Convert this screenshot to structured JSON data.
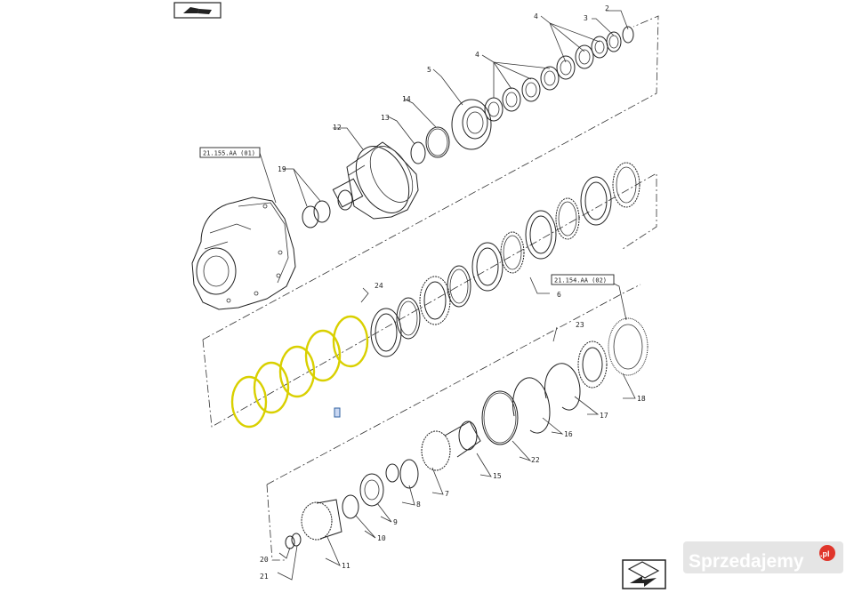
{
  "diagram": {
    "part_numbers": {
      "p2": "2",
      "p3": "3",
      "p4a": "4",
      "p4b": "4",
      "p5": "5",
      "p6": "6",
      "p7": "7",
      "p8": "8",
      "p9": "9",
      "p10": "10",
      "p11": "11",
      "p12": "12",
      "p13": "13",
      "p14": "14",
      "p15": "15",
      "p16": "16",
      "p17": "17",
      "p18": "18",
      "p19": "19",
      "p20": "20",
      "p21": "21",
      "p22": "22",
      "p23": "23",
      "p24": "24"
    },
    "references": {
      "ref_housing": "21.155.AA (01)",
      "ref_clutch": "21.154.AA (02)"
    },
    "highlight_color": "#d9d000",
    "line_color": "#222222",
    "icons": {
      "top_left": "book-navigation-icon",
      "bottom_right": "next-page-arrow-icon"
    }
  },
  "watermark": {
    "brand": "Sprzedajemy",
    "suffix": ".pl"
  }
}
